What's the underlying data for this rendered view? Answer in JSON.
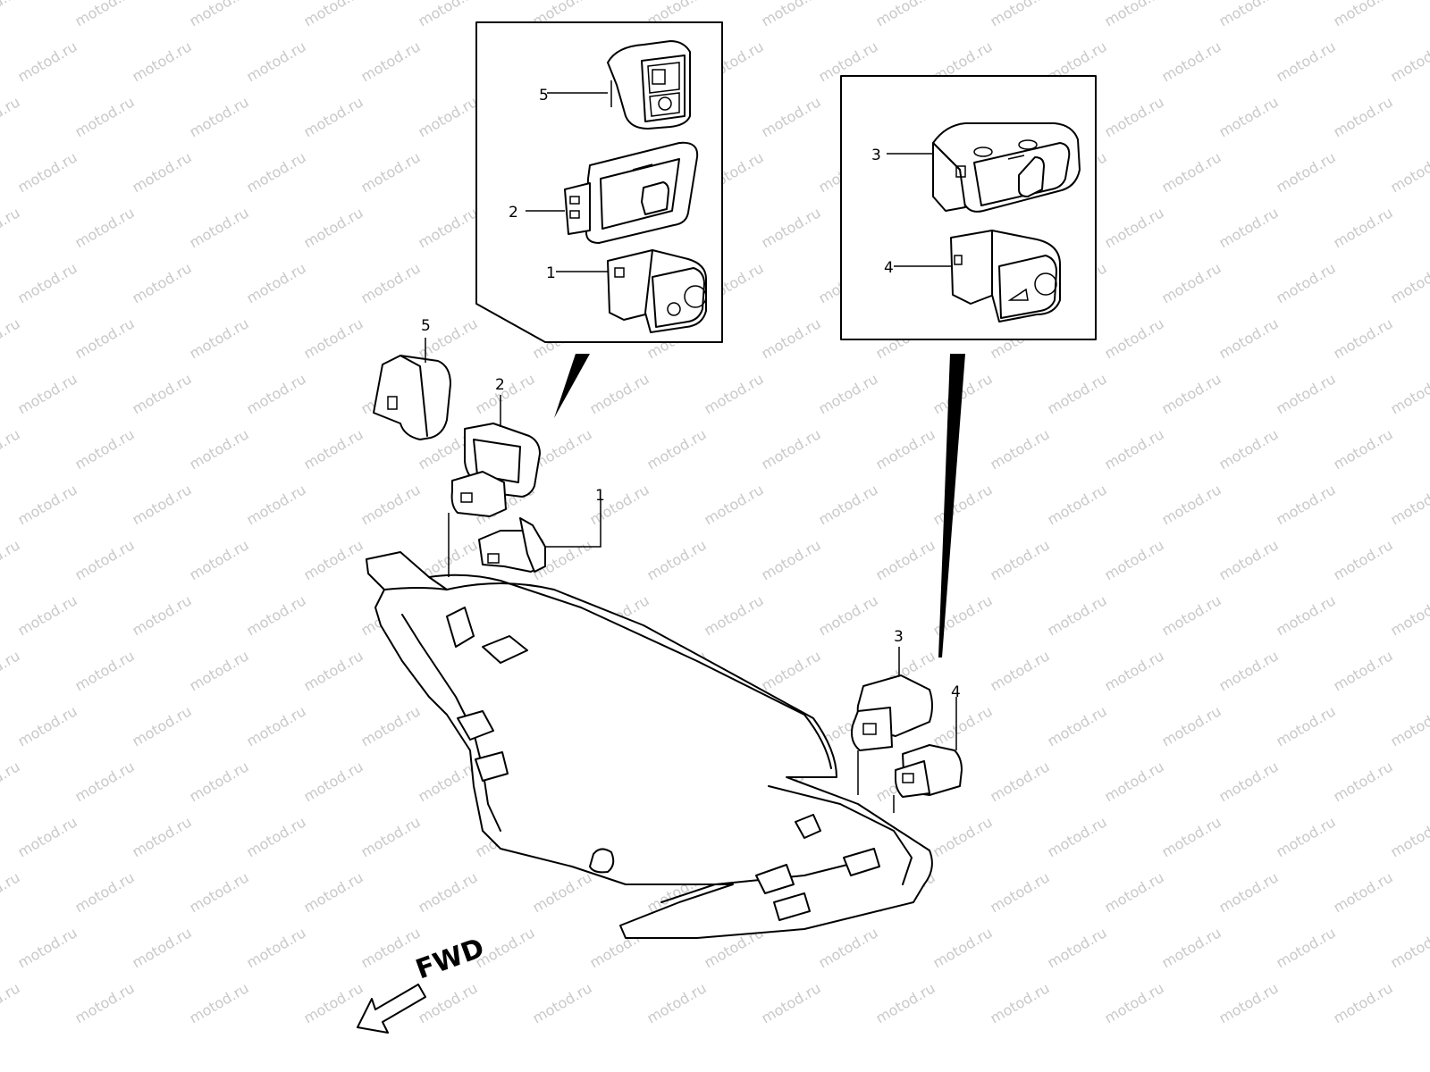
{
  "watermark": "motod.ru",
  "fwd_label": "FWD",
  "callouts": {
    "p1": "1",
    "p2": "2",
    "p3": "3",
    "p4": "4",
    "p5": "5"
  },
  "icons": [
    "headlight-icon",
    "horn-icon",
    "hazard-icon",
    "turn-signal-icon"
  ]
}
